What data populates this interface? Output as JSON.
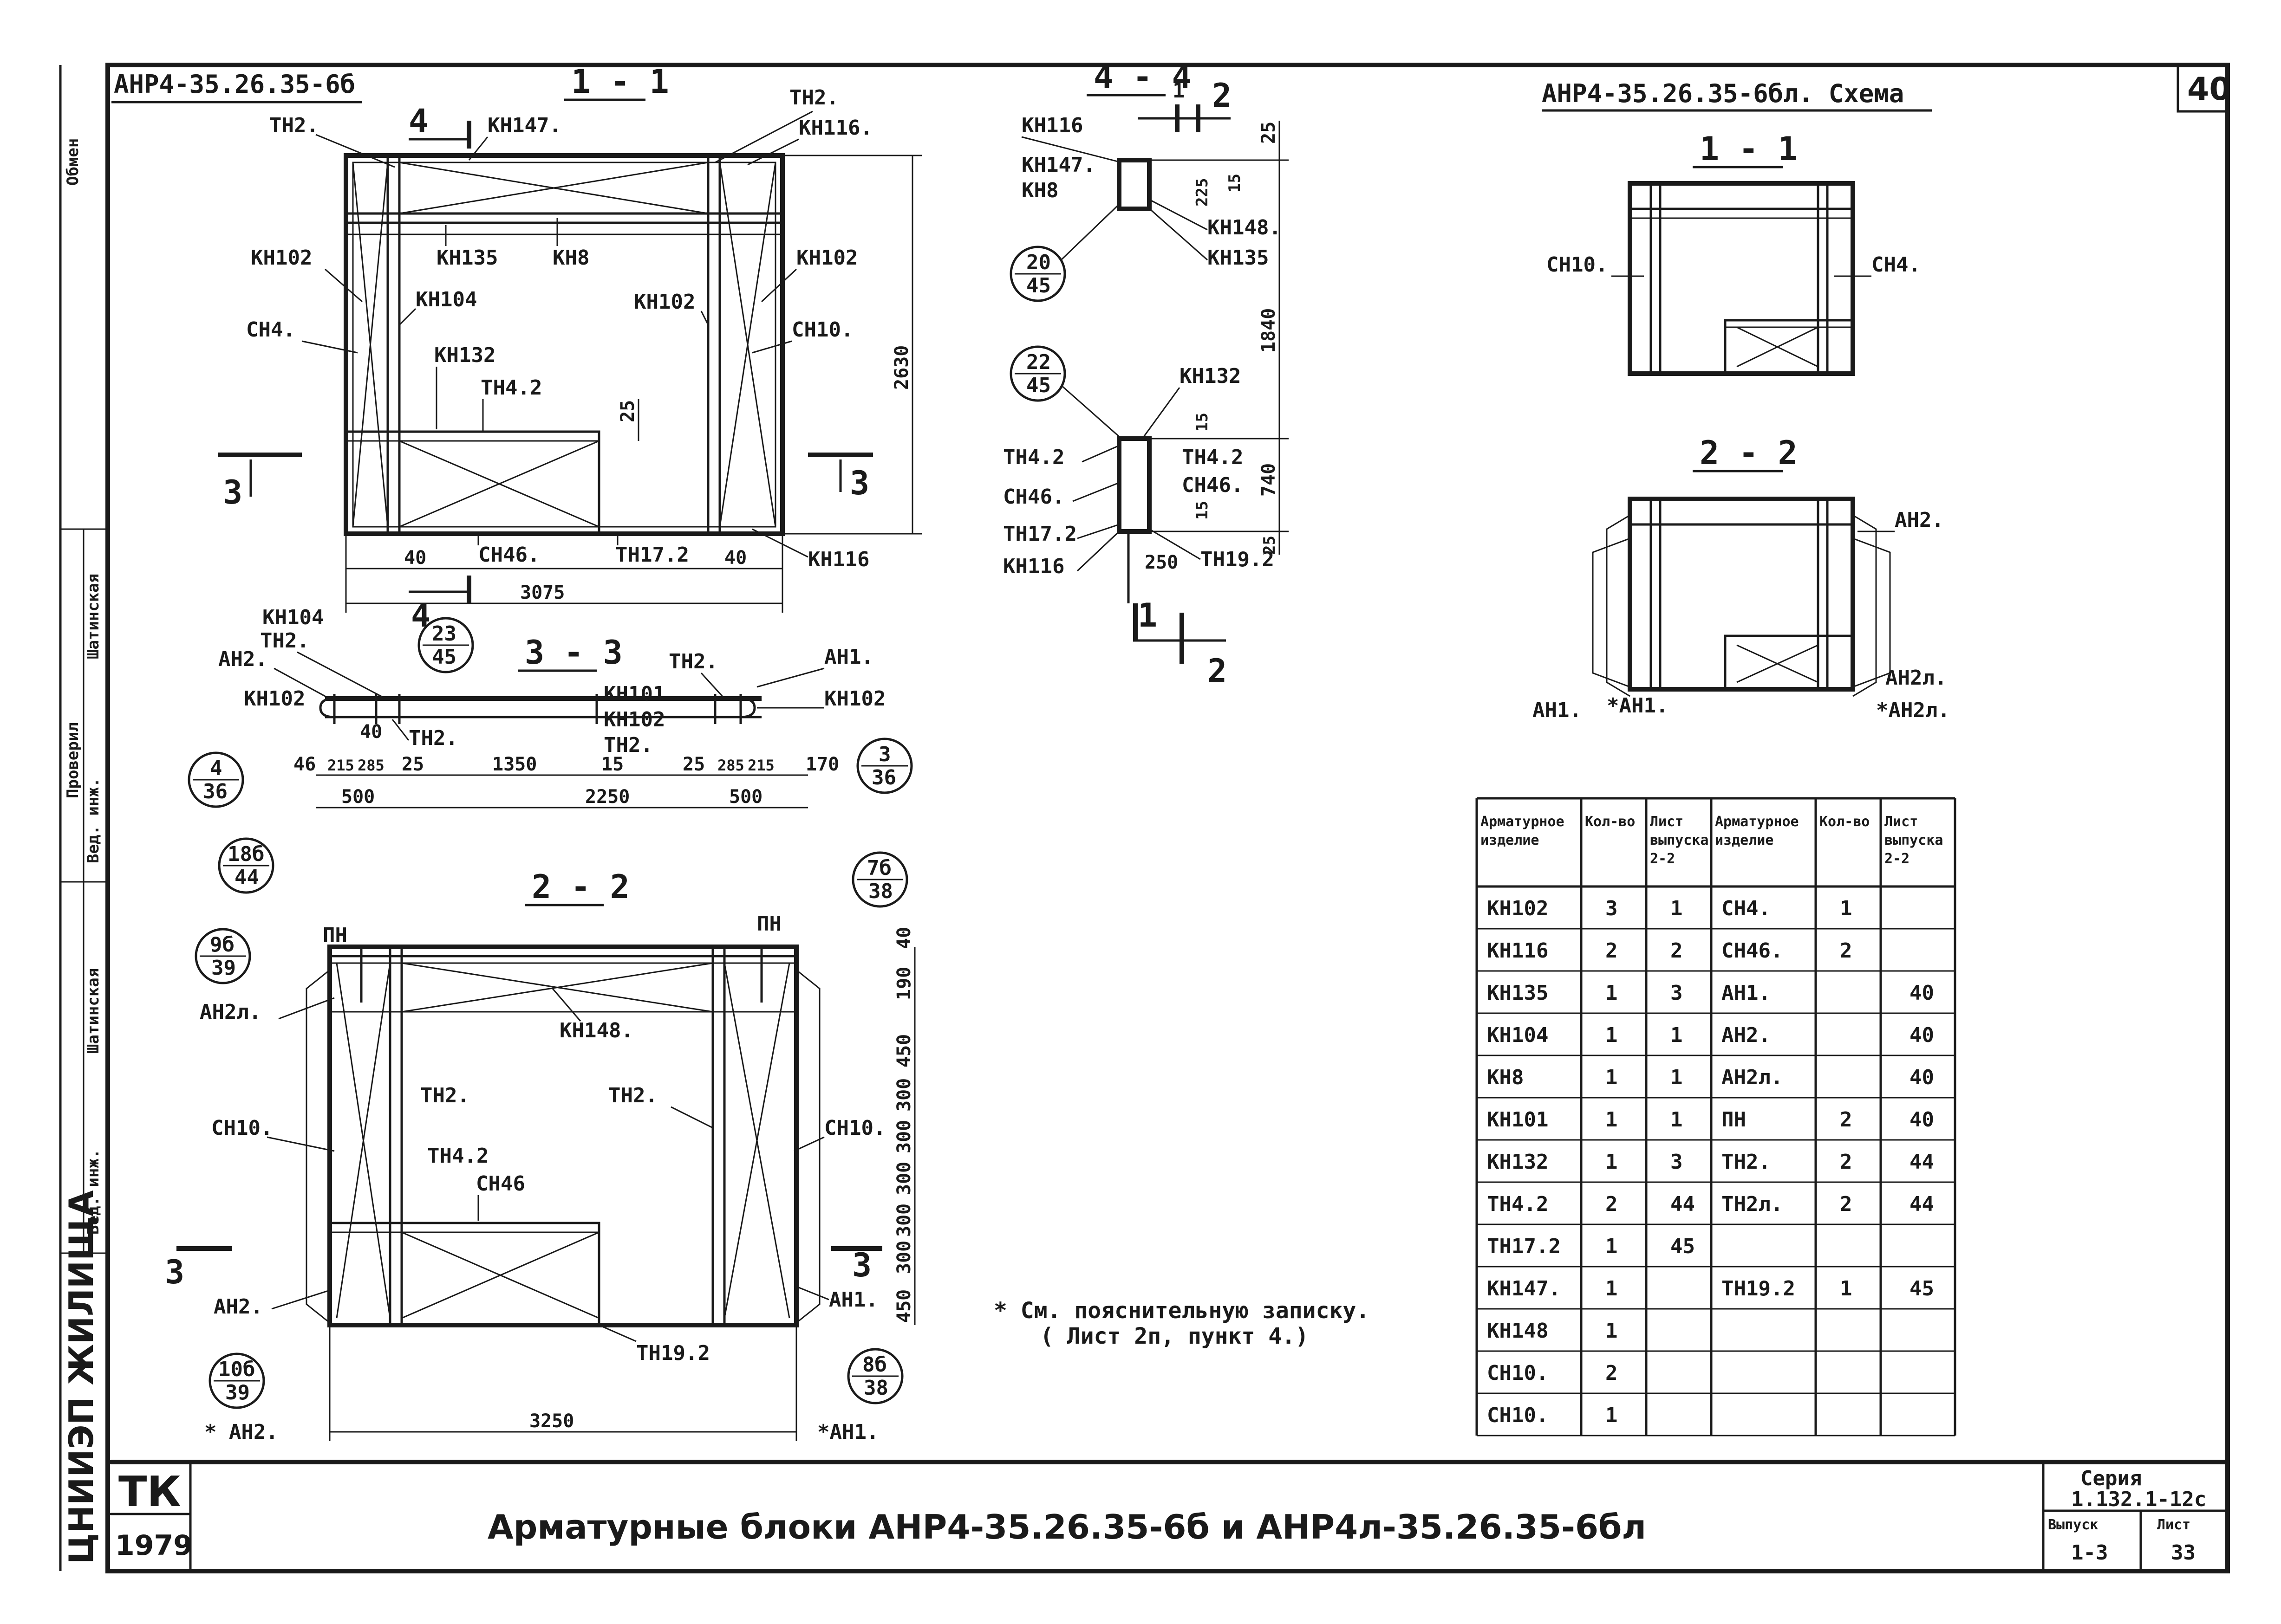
{
  "sheet_number": "40",
  "block_drawing_title": "АНР4-35.26.35-6б",
  "scheme_title": "АНР4-35.26.35-6бл. Схема",
  "main_title": "Арматурные блоки  АНР4-35.26.35-6б  и  АНР4л-35.26.35-6бл",
  "note": "* См. пояснительную записку.",
  "note_ref": "( Лист 2п, пункт 4.)",
  "stamp": {
    "org": "ТК",
    "year": "1979"
  },
  "series_block": {
    "series_label": "Серия",
    "series_value": "1.132.1-12с",
    "issue_label": "Выпуск",
    "issue_value": "1-3",
    "sheet_label": "Лист",
    "sheet_value": "33"
  },
  "left_margin": {
    "institute": "ЦНИИЭП ЖИЛИЩА",
    "engineer_role": "Вед. инж.",
    "engineer_name": "Шатинская",
    "checked": "Проверил",
    "checker_role": "Вед. инж.",
    "checker_name": "Шатинская",
    "top_tag": "Обмен"
  },
  "sections": {
    "s11": "1 - 1",
    "s22": "2 - 2",
    "s33": "3 - 3",
    "s44": "4 - 4",
    "scheme_11": "1 - 1",
    "scheme_22": "2 - 2"
  },
  "cut_marks": {
    "three": "3",
    "four": "4",
    "one": "1",
    "two": "2"
  },
  "labels": {
    "th2": "ТН2.",
    "kn147": "КН147.",
    "kn116": "КН116.",
    "kn102": "КН102",
    "kn135": "КН135",
    "kn8": "КН8",
    "kn104": "КН104",
    "sn4": "СН4.",
    "sn10": "СН10.",
    "kn132": "КН132",
    "tn4_2": "ТН4.2",
    "sn46": "СН46.",
    "tn17_2": "ТН17.2",
    "kn116b": "КН116",
    "kn101": "КН101",
    "an1": "АН1.",
    "an2": "АН2.",
    "an2l": "АН2л.",
    "pn": "ПН",
    "kn148": "КН148.",
    "tn19_2": "ТН19.2",
    "an1_star": "*АН1.",
    "an2_star": "* АН2.",
    "an2l_star": "*АН2л.",
    "sn46b": "СН46",
    "kn148b": "КН148",
    "tn19_2b": "ТН19.2"
  },
  "dims": {
    "d2630": "2630",
    "d3075": "3075",
    "d40": "40",
    "d25": "25",
    "d2250": "2250",
    "d500": "500",
    "d1350": "1350",
    "d46": "46",
    "d215": "215",
    "d285": "285",
    "d15": "15",
    "d170": "170",
    "d3250": "3250",
    "d190": "190",
    "d450": "450",
    "d300": "300",
    "d1840": "1840",
    "d740": "740",
    "d250": "250",
    "d225": "225"
  },
  "callouts": [
    {
      "top": "23",
      "bottom": "45"
    },
    {
      "top": "4",
      "bottom": "36"
    },
    {
      "top": "3",
      "bottom": "36"
    },
    {
      "top": "18б",
      "bottom": "44"
    },
    {
      "top": "9б",
      "bottom": "39"
    },
    {
      "top": "7б",
      "bottom": "38"
    },
    {
      "top": "10б",
      "bottom": "39"
    },
    {
      "top": "8б",
      "bottom": "38"
    },
    {
      "top": "20",
      "bottom": "45"
    },
    {
      "top": "22",
      "bottom": "45"
    }
  ],
  "spec_table": {
    "headers": [
      "Арматурное изделие",
      "Кол-во",
      "Лист выпуска 2-2",
      "Арматурное изделие",
      "Кол-во",
      "Лист выпуска 2-2"
    ],
    "rows": [
      [
        "КН102",
        "3",
        "1",
        "СН4.",
        "1",
        ""
      ],
      [
        "КН116",
        "2",
        "2",
        "СН46.",
        "2",
        ""
      ],
      [
        "КН135",
        "1",
        "3",
        "АН1.",
        "",
        "40"
      ],
      [
        "КН104",
        "1",
        "1",
        "АН2.",
        "",
        "40"
      ],
      [
        "КН8",
        "1",
        "1",
        "АН2л.",
        "",
        "40"
      ],
      [
        "КН101",
        "1",
        "1",
        "ПН",
        "2",
        "40"
      ],
      [
        "КН132",
        "1",
        "3",
        "ТН2.",
        "2",
        "44"
      ],
      [
        "ТН4.2",
        "2",
        "44",
        "ТН2л.",
        "2",
        "44"
      ],
      [
        "ТН17.2",
        "1",
        "45",
        "",
        "",
        ""
      ],
      [
        "КН147.",
        "1",
        "",
        "ТН19.2",
        "1",
        "45"
      ],
      [
        "КН148",
        "1",
        "",
        "",
        "",
        ""
      ],
      [
        "СН10.",
        "2",
        "",
        "",
        "",
        ""
      ],
      [
        "СН10.",
        "1",
        "",
        "",
        "",
        ""
      ]
    ]
  }
}
